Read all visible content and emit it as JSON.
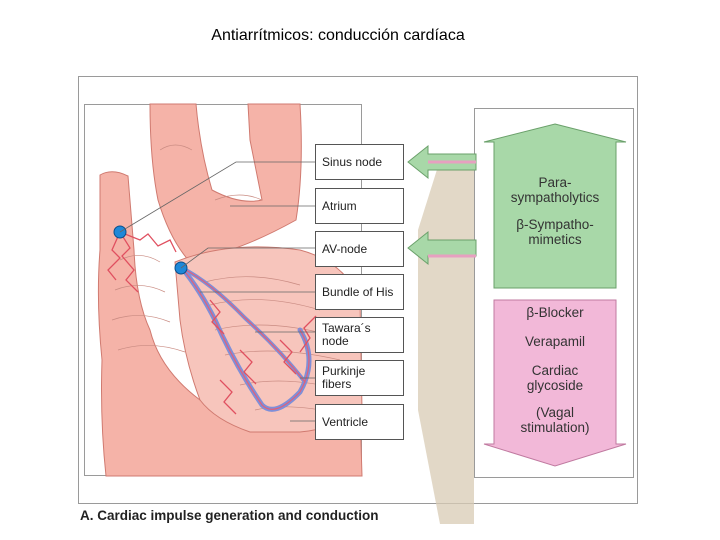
{
  "title": "Antiarrítmicos: conducción cardíaca",
  "labels": {
    "sinus_node": "Sinus node",
    "atrium": "Atrium",
    "av_node": "AV-node",
    "bundle_of_his": "Bundle of His",
    "tawara_node_line1": "Tawara´s",
    "tawara_node_line2": "node",
    "purkinje_line1": "Purkinje",
    "purkinje_line2": "fibers",
    "ventricle": "Ventricle"
  },
  "increase_conduction": {
    "parasympatholytics_line1": "Para-",
    "parasympatholytics_line2": "sympatholytics",
    "beta_sympathomimetics_line1": "β-Sympatho-",
    "beta_sympathomimetics_line2": "mimetics"
  },
  "decrease_conduction": {
    "beta_blocker": "β-Blocker",
    "verapamil": "Verapamil",
    "cardiac_glycoside_line1": "Cardiac",
    "cardiac_glycoside_line2": "glycoside",
    "vagal_line1": "(Vagal",
    "vagal_line2": "stimulation)"
  },
  "caption": "A. Cardiac impulse generation and conduction",
  "colors": {
    "increase_green": "#a8d8a8",
    "decrease_pink": "#f2b8d8",
    "tissue_pink": "#f5b3a8",
    "tissue_dark": "#e98a7f",
    "conduction_blue": "#7f8fd8",
    "node_blue": "#1e88d8",
    "beige_band": "#d8cbb4"
  }
}
